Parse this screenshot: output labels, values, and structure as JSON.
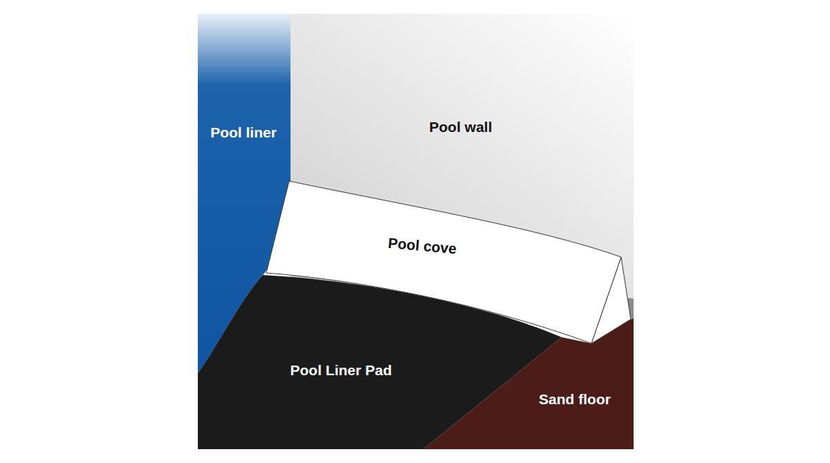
{
  "diagram": {
    "labels": [
      "Pool liner",
      "Pool wall",
      "Pool cove",
      "Pool Liner Pad",
      "Sand floor"
    ]
  }
}
